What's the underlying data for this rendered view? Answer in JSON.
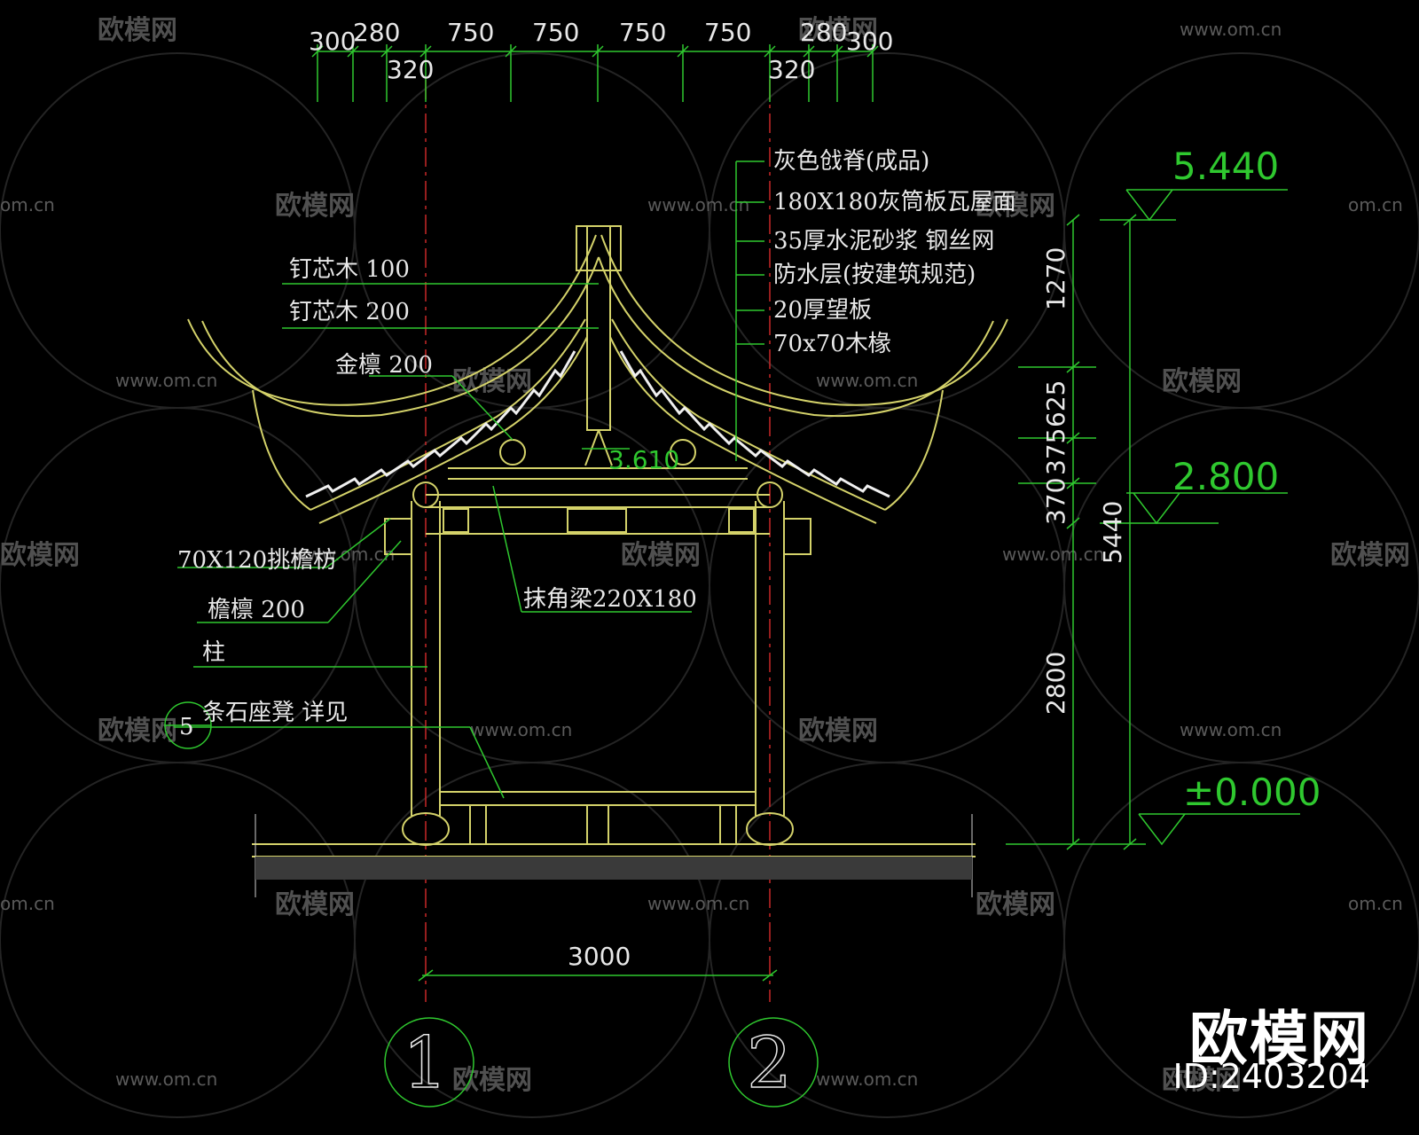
{
  "top_dims": {
    "upper": [
      "300",
      "280",
      "750",
      "750",
      "750",
      "750",
      "280",
      "300"
    ],
    "lower": [
      "320",
      "320"
    ]
  },
  "annotations_right": [
    "灰色戗脊(成品)",
    "180X180灰筒板瓦屋面",
    "35厚水泥砂浆 钢丝网",
    "防水层(按建筑规范)",
    "20厚望板",
    "70x70木椽"
  ],
  "annotations_left": {
    "ding_xin_mu_100": "钉芯木  100",
    "ding_xin_mu_200": "钉芯木  200",
    "jin_lin": "金檩  200",
    "tiao_yan_fang": "70X120挑檐枋",
    "yan_lin": "檐檩  200",
    "zhu": "柱",
    "bench": "条石座凳 详见",
    "bench_ref": "5"
  },
  "beam_label": "抹角梁220X180",
  "ridge_level": "3.610",
  "levels": {
    "top": "5.440",
    "eave": "2.800",
    "ground": "±0.000"
  },
  "vertical_dims": {
    "roof": "1270",
    "d625": "625",
    "d375": "375",
    "d370": "370",
    "total": "5440",
    "column": "2800"
  },
  "span_dim": "3000",
  "axes": [
    "1",
    "2"
  ],
  "watermark": {
    "logo_text": "欧模网",
    "url_text": "www.om.cn",
    "url_short": "om.cn"
  },
  "brand": {
    "name": "欧模网",
    "id": "ID:2403204"
  },
  "colors": {
    "background": "#000000",
    "dimension": "#2fc82f",
    "structure": "#d4d26a",
    "axis_line": "#c82828",
    "text": "#e8e8e8"
  }
}
